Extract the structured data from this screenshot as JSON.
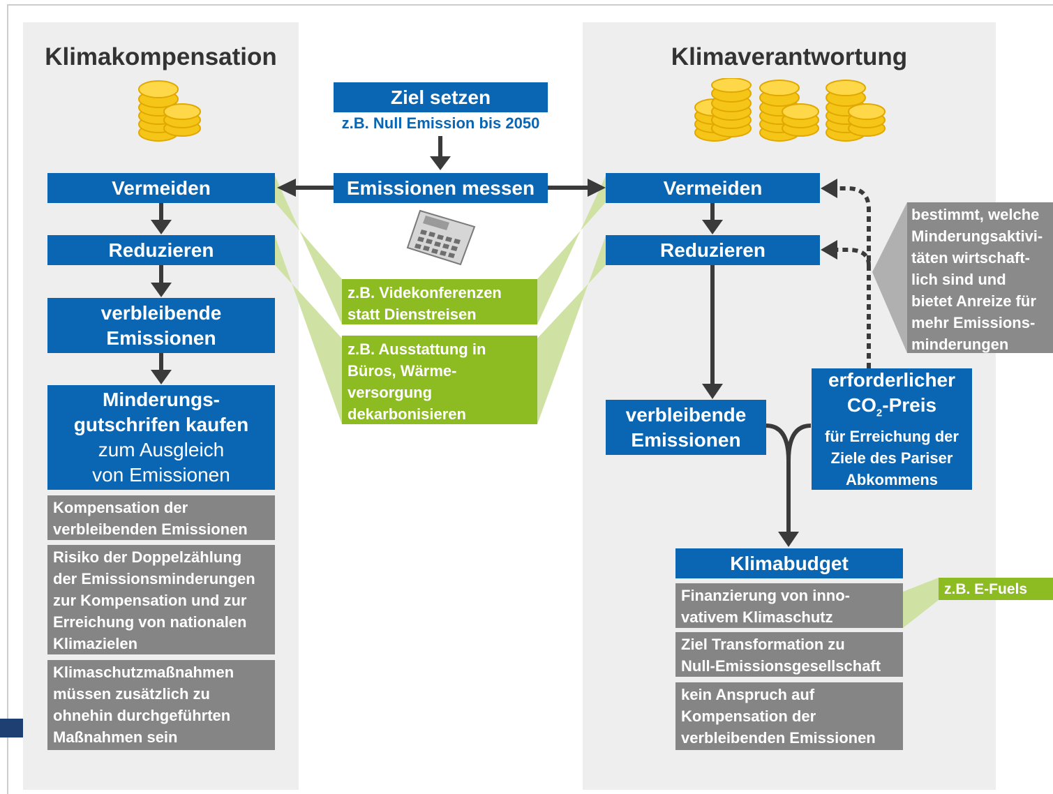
{
  "left": {
    "title": "Klimakompensation",
    "vermeiden": "Vermeiden",
    "reduzieren": "Reduzieren",
    "verbleibende_1": "verbleibende",
    "verbleibende_2": "Emissionen",
    "kaufen_1": "Minderungs-",
    "kaufen_2": "gutschrifen kaufen",
    "kaufen_3": "zum Ausgleich",
    "kaufen_4": "von Emissionen",
    "note1": [
      "Kompensation der",
      "verbleibenden Emissionen"
    ],
    "note2": [
      "Risiko der Doppelzählung",
      "der Emissionsminderungen",
      "zur Kompensation und zur",
      "Erreichung von nationalen",
      "Klimazielen"
    ],
    "note3": [
      "Klimaschutzmaßnahmen",
      "müssen zusätzlich zu",
      "ohnehin durchgeführten",
      "Maßnahmen sein"
    ]
  },
  "center": {
    "ziel_title": "Ziel setzen",
    "ziel_sub": "z.B. Null Emission bis 2050",
    "messen": "Emissionen messen",
    "green1": [
      "z.B. Videkonferenzen",
      "statt Dienstreisen"
    ],
    "green2": [
      "z.B. Ausstattung in",
      "Büros, Wärme-",
      "versorgung",
      "dekarbonisieren"
    ]
  },
  "right": {
    "title": "Klimaverantwortung",
    "vermeiden": "Vermeiden",
    "reduzieren": "Reduzieren",
    "verbleibende_1": "verbleibende",
    "verbleibende_2": "Emissionen",
    "co2_1": "erforderlicher",
    "co2_2a": "CO",
    "co2_2sub": "2",
    "co2_2b": "-Preis",
    "co2_3": "für Erreichung der",
    "co2_4": "Ziele des Pariser",
    "co2_5": "Abkommens",
    "callout": [
      "bestimmt, welche",
      "Minderungsaktivi-",
      "täten wirtschaft-",
      "lich sind und",
      "bietet Anreize für",
      "mehr Emissions-",
      "minderungen"
    ],
    "klimabudget": "Klimabudget",
    "note1": [
      "Finanzierung von inno-",
      "vativem Klimaschutz"
    ],
    "note2": [
      "Ziel Transformation zu",
      "Null-Emissionsgesellschaft"
    ],
    "note3": [
      "kein Anspruch auf",
      "Kompensation der",
      "verbleibenden Emissionen"
    ],
    "efuels": "z.B. E-Fuels"
  },
  "colors": {
    "blue": "#0a66b2",
    "gray": "#858585",
    "green": "#8dbb22",
    "light_green": "#cfe2a3",
    "panel": "#eeeeee",
    "coin": "#f5c518"
  },
  "icons": [
    "coins-icon",
    "calculator-icon"
  ]
}
